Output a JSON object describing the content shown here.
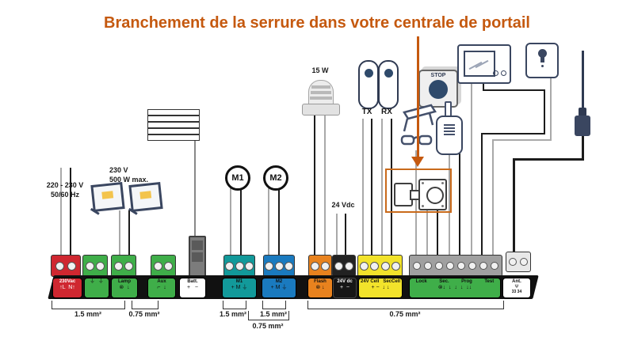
{
  "title": {
    "text": "Branchement de la serrure dans votre centrale de portail"
  },
  "annotations": {
    "mains_l1": "220 - 230 V",
    "mains_l2": "50/60 Hz",
    "floodlight_l1": "230 V",
    "floodlight_l2": "500 W max.",
    "beacon_power": "15 W",
    "tx": "TX",
    "rx": "RX",
    "aux_supply": "24 Vdc",
    "m1": "M1",
    "m2": "M2",
    "stop": "STOP"
  },
  "strip": {
    "blocks": [
      {
        "name": "mains-230vac",
        "label": "230Vac",
        "glyphs": "↑L  N↑"
      },
      {
        "name": "output-3-4",
        "label": "",
        "glyphs": "⏚  ⏚"
      },
      {
        "name": "lamp",
        "label": "Lamp",
        "glyphs": "⊗  ↓"
      },
      {
        "name": "aux",
        "label": "Aux",
        "glyphs": "⌐  ↓"
      },
      {
        "name": "battery",
        "label": "Batt.",
        "glyphs": "+   −"
      },
      {
        "name": "motor-1",
        "label": "M1",
        "glyphs": "+ M ⏚"
      },
      {
        "name": "motor-2",
        "label": "M2",
        "glyphs": "+ M ⏚"
      },
      {
        "name": "flash",
        "label": "Flash",
        "glyphs": "⊗ ↓"
      },
      {
        "name": "24v-dc",
        "label": "24V dc",
        "glyphs": "+  −"
      },
      {
        "name": "cells",
        "label_left": "24V Cell",
        "label_right": "SecCell",
        "glyphs": "+ −  ↓ ↓"
      },
      {
        "name": "lock-inputs",
        "labels": [
          "Lock",
          "Sec.",
          "Prog",
          "Test"
        ],
        "glyphs": "⊗↓  ↓  ↓  ↓  ↓↓"
      },
      {
        "name": "antenna",
        "label": "Ant.",
        "glyphs": "Ψ",
        "terminals": "33 34"
      }
    ]
  },
  "gauges": [
    {
      "label": "1.5 mm²"
    },
    {
      "label": "0.75 mm²"
    },
    {
      "label": "1.5 mm²"
    },
    {
      "label": "1.5 mm²"
    },
    {
      "label": "0.75 mm²"
    },
    {
      "label": "0.75 mm²"
    }
  ],
  "colors": {
    "accent_orange": "#C5590F",
    "strip_black": "#111111",
    "terminal_red": "#cf2730",
    "terminal_green": "#3fae49",
    "terminal_teal": "#12999a",
    "terminal_blue": "#1a7abf",
    "terminal_orange": "#e8821e",
    "terminal_yellow": "#f2e32b",
    "connector_gray": "#a0a0a0",
    "wire_gray": "#a9a9a9",
    "wire_black": "#1c1c1c",
    "device_outline": "#3a4660"
  }
}
